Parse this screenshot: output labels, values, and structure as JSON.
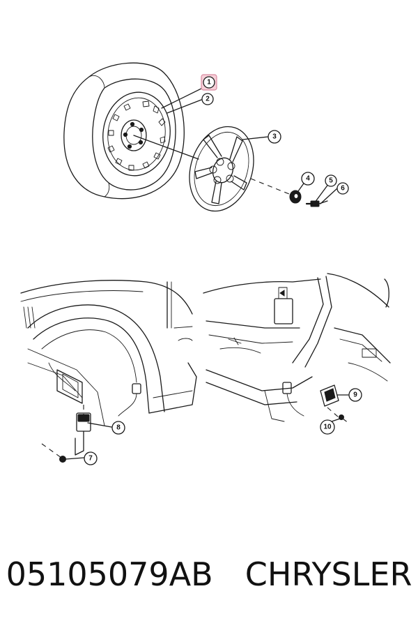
{
  "callouts": [
    {
      "id": "callout-1",
      "label": "1",
      "highlighted": true
    },
    {
      "id": "callout-2",
      "label": "2"
    },
    {
      "id": "callout-3",
      "label": "3"
    },
    {
      "id": "callout-4",
      "label": "4"
    },
    {
      "id": "callout-5",
      "label": "5"
    },
    {
      "id": "callout-6",
      "label": "6"
    },
    {
      "id": "callout-7",
      "label": "7"
    },
    {
      "id": "callout-8",
      "label": "8"
    },
    {
      "id": "callout-9",
      "label": "9"
    },
    {
      "id": "callout-10",
      "label": "10"
    }
  ],
  "footer": {
    "part_number": "05105079AB",
    "brand": "CHRYSLER"
  },
  "colors": {
    "line": "#1a1a1a",
    "highlight": "#f6cfd8",
    "highlight_border": "#d98aa0",
    "background": "#ffffff"
  }
}
